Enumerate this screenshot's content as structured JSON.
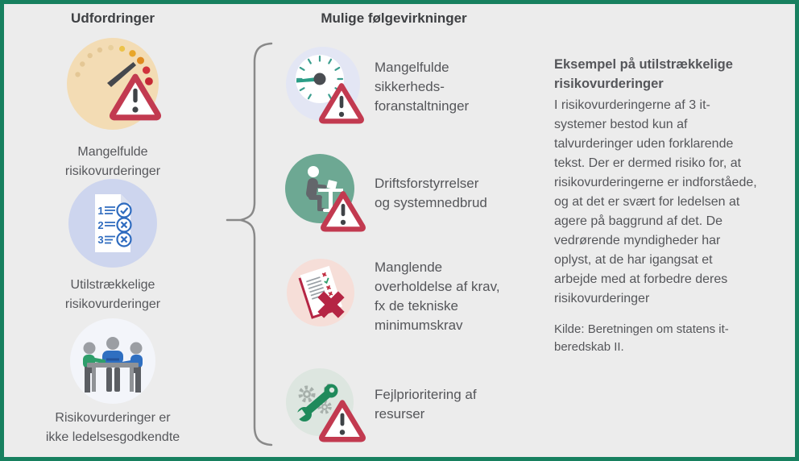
{
  "challenges": {
    "title": "Udfordringer",
    "items": [
      {
        "icon": "speedometer-warning",
        "lines": [
          "Mangelfulde",
          "risikovurderinger"
        ]
      },
      {
        "icon": "checklist-errors",
        "numbers": [
          "1",
          "2",
          "3"
        ],
        "lines": [
          "Utilstrækkelige",
          "risikovurderinger"
        ]
      },
      {
        "icon": "meeting",
        "lines": [
          "Risikovurderinger er",
          "ikke ledelsesgodkendte"
        ]
      }
    ]
  },
  "consequences": {
    "title": "Mulige følgevirkninger",
    "items": [
      {
        "icon": "gauge-warning",
        "lines": [
          "Mangelfulde",
          "sikkerheds-",
          "foranstaltninger"
        ]
      },
      {
        "icon": "system-downtime",
        "lines": [
          "Driftsforstyrrelser",
          "og systemnedbrud"
        ]
      },
      {
        "icon": "rejected-document",
        "lines": [
          "Manglende",
          "overholdelse af krav,",
          "fx de tekniske",
          "minimumskrav"
        ]
      },
      {
        "icon": "tools-warning",
        "lines": [
          "Fejlprioritering af",
          "resurser"
        ]
      }
    ]
  },
  "example": {
    "title": "Eksempel på utilstrækkelige risikovurderinger",
    "body": "I risikovurderingerne af 3 it-systemer bestod kun af talvurderinger uden forklarende tekst. Der er dermed risiko for, at risikovurderingerne er indforståede, og at det er svært for ledelsen at agere på baggrund af det. De vedrørende myndigheder har oplyst, at de har igangsat et arbejde med at forbedre deres risikovurderinger",
    "source": "Kilde: Beretningen om statens it-beredskab II."
  },
  "colors": {
    "frame_green": "#17805f",
    "background": "#ececec",
    "warning_red": "#c23a50",
    "teal": "#2a9d86",
    "blue": "#2f6fc1",
    "green": "#2e9e6b",
    "crimson": "#b52544",
    "tan": "#f3dcb4",
    "text_gray": "#55565a",
    "brace_gray": "#898989"
  }
}
